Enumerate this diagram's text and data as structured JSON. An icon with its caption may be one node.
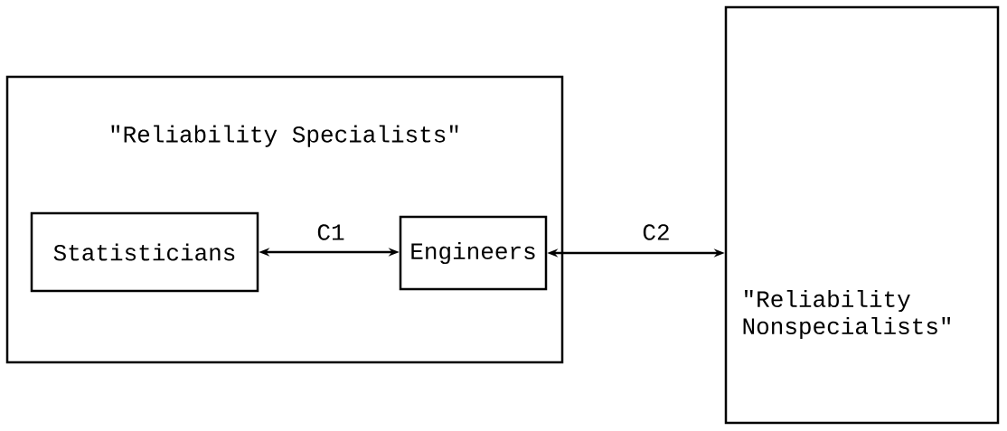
{
  "diagram": {
    "nodes": [
      {
        "text": [
          "\"Reliability Specialists\""
        ]
      },
      {
        "text": [
          "Statisticians"
        ],
        "in": 0
      },
      {
        "text": [
          "Engineers"
        ],
        "in": 0
      },
      {
        "text": [
          "\"Reliability Nonspecialists\""
        ]
      }
    ],
    "edges": [
      {
        "from": 1,
        "to": 2,
        "arrow": "both",
        "label": "C1"
      },
      {
        "from": 2,
        "to": 3,
        "arrow": "both",
        "label": "C2"
      }
    ]
  }
}
